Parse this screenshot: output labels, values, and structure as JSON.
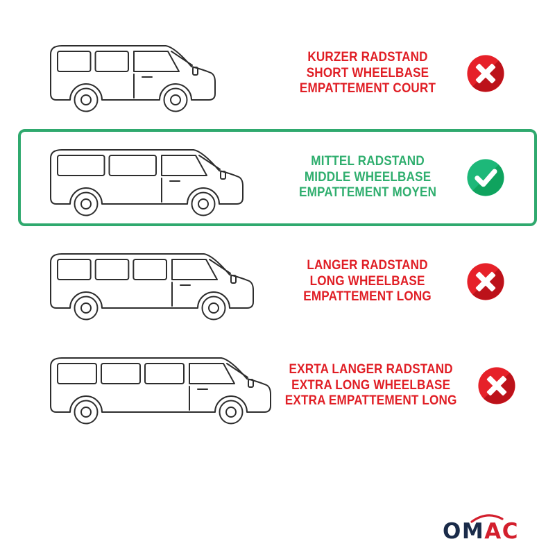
{
  "colors": {
    "text_red": "#e01e25",
    "text_green": "#2fae6e",
    "highlight_border_green": "#2fa96e",
    "icon_red": "#e62129",
    "icon_red_shade": "#bc121a",
    "icon_green": "#1db879",
    "icon_green_shade": "#0fa35e",
    "van_outline": "#2d2d2d",
    "logo_navy": "#1a2b49",
    "logo_red": "#d31f2d"
  },
  "rows": [
    {
      "option": "short-wheelbase",
      "lines": [
        "KURZER RADSTAND",
        "SHORT WHEELBASE",
        "EMPATTEMENT COURT"
      ],
      "status": "rejected",
      "status_icon": "x-circle-icon",
      "highlighted": false
    },
    {
      "option": "middle-wheelbase",
      "lines": [
        "MITTEL RADSTAND",
        "MIDDLE WHEELBASE",
        "EMPATTEMENT MOYEN"
      ],
      "status": "selected",
      "status_icon": "check-circle-icon",
      "highlighted": true
    },
    {
      "option": "long-wheelbase",
      "lines": [
        "LANGER RADSTAND",
        "LONG WHEELBASE",
        "EMPATTEMENT LONG"
      ],
      "status": "rejected",
      "status_icon": "x-circle-icon",
      "highlighted": false
    },
    {
      "option": "extra-long-wheelbase",
      "lines": [
        "EXRTA LANGER RADSTAND",
        "EXTRA LONG WHEELBASE",
        "EXTRA EMPATTEMENT LONG"
      ],
      "status": "rejected",
      "status_icon": "x-circle-icon",
      "highlighted": false
    }
  ],
  "logo": {
    "part1": "OM",
    "part2": "AC"
  }
}
